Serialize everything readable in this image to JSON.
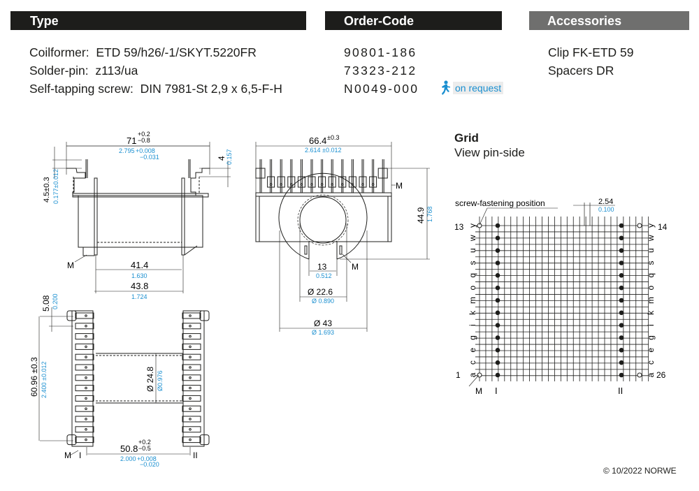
{
  "headers": {
    "type": "Type",
    "order_code": "Order-Code",
    "accessories": "Accessories"
  },
  "type_rows": [
    {
      "label": "Coilformer:",
      "value": "ETD 59/h26/-1/SKYT.5220FR"
    },
    {
      "label": "Solder-pin:",
      "value": "z113/ua"
    },
    {
      "label": "Self-tapping screw:",
      "value": "DIN 7981-St 2,9 x 6,5-F-H"
    }
  ],
  "order_codes": [
    "90801-186",
    "73323-212",
    "N0049-000"
  ],
  "on_request": {
    "label": "on request",
    "icon": "running-person-icon"
  },
  "accessories": [
    "Clip FK-ETD 59",
    "Spacers DR"
  ],
  "colors": {
    "dark_header": "#1d1d1b",
    "grey_header": "#6f6f6e",
    "inch_blue": "#1a8fd0"
  },
  "side_view": {
    "width": {
      "mm": "71",
      "tol_plus": "+0.2",
      "tol_minus": "−0.8",
      "inch": "2.795",
      "inch_plus": "+0.008",
      "inch_minus": "−0.031"
    },
    "pin_len": {
      "mm": "4",
      "inch": "0.157"
    },
    "height": {
      "mm": "4.5±0.3",
      "inch": "0.177±0.012"
    },
    "inner": {
      "mm": "41.4",
      "inch": "1.630"
    },
    "outer": {
      "mm": "43.8",
      "inch": "1.724"
    },
    "marker": "M"
  },
  "front_view": {
    "width": {
      "mm": "66.4",
      "tol": "±0.3",
      "inch": "2.614 ±0.012"
    },
    "height": {
      "mm": "44.9",
      "inch": "1.768"
    },
    "slot": {
      "mm": "13",
      "inch": "0.512"
    },
    "bore": {
      "mm": "Ø 22.6",
      "inch": "Ø 0.890"
    },
    "flange": {
      "mm": "Ø 43",
      "inch": "Ø 1.693"
    },
    "marker": "M"
  },
  "bottom_view": {
    "pitch": {
      "mm": "5.08",
      "inch": "0.200"
    },
    "length": {
      "mm": "60.96 ±0.3",
      "inch": "2.400 ±0.012"
    },
    "core": {
      "mm": "Ø 24.8",
      "inch": "Ø0.976"
    },
    "row_dist": {
      "mm": "50.8",
      "tol_plus": "+0.2",
      "tol_minus": "−0.5",
      "inch": "2.000",
      "inch_plus": "+0.008",
      "inch_minus": "−0.020"
    },
    "marker": "M",
    "row_labels": [
      "I",
      "II"
    ]
  },
  "grid": {
    "title": "Grid",
    "subtitle": "View pin-side",
    "screw_label": "screw-fastening position",
    "pitch": {
      "mm": "2.54",
      "inch": "0.100"
    },
    "row_letters": [
      "y",
      "w",
      "u",
      "s",
      "q",
      "o",
      "m",
      "k",
      "i",
      "g",
      "e",
      "c",
      "a"
    ],
    "left_top": "13",
    "left_bottom": "1",
    "right_top": "14",
    "right_bottom": "26",
    "marker": "M",
    "col_labels": [
      "I",
      "II"
    ]
  },
  "footer": {
    "copyright": "© 10/2022 NORWE"
  }
}
